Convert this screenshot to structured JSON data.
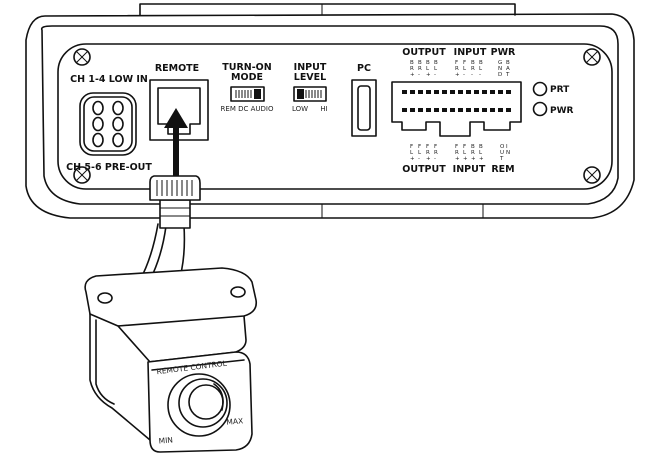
{
  "panel": {
    "ch14_label": "CH 1-4 LOW IN",
    "ch56_label": "CH 5-6 PRE-OUT",
    "remote_label": "REMOTE",
    "turn_on_label_1": "TURN-ON",
    "turn_on_label_2": "MODE",
    "turn_on_options": "REM  DC  AUDIO",
    "input_level_label_1": "INPUT",
    "input_level_label_2": "LEVEL",
    "input_level_low": "LOW",
    "input_level_hi": "HI",
    "pc_label": "PC",
    "top_output_label": "OUTPUT",
    "top_input_label": "INPUT",
    "top_pwr_label": "PWR",
    "bottom_output_label": "OUTPUT",
    "bottom_input_label": "INPUT",
    "bottom_rem_label": "REM",
    "prt_label": "PRT",
    "pwr_led_label": "PWR"
  },
  "remote_control": {
    "brand_text": "REMOTE CONTROL",
    "min_label": "MIN",
    "max_label": "MAX"
  },
  "icons": [
    "screw-icon",
    "connector-icon",
    "arrow-up-icon",
    "led-icon",
    "knob-icon"
  ]
}
